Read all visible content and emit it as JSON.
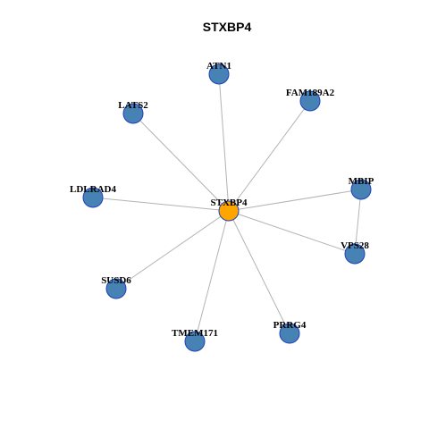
{
  "title": "STXBP4",
  "colors": {
    "center_node": "#FFA500",
    "neighbor_node": "#4682B4",
    "node_border": "#1F3FBF",
    "edge": "#B3B3B3"
  },
  "nodes": [
    {
      "id": "STXBP4",
      "label": "STXBP4",
      "role": "center"
    },
    {
      "id": "ATN1",
      "label": "ATN1",
      "role": "neighbor"
    },
    {
      "id": "FAM189A2",
      "label": "FAM189A2",
      "role": "neighbor"
    },
    {
      "id": "LATS2",
      "label": "LATS2",
      "role": "neighbor"
    },
    {
      "id": "LDLRAD4",
      "label": "LDLRAD4",
      "role": "neighbor"
    },
    {
      "id": "MBIP",
      "label": "MBIP",
      "role": "neighbor"
    },
    {
      "id": "VPS28",
      "label": "VPS28",
      "role": "neighbor"
    },
    {
      "id": "SUSD6",
      "label": "SUSD6",
      "role": "neighbor"
    },
    {
      "id": "PRRG4",
      "label": "PRRG4",
      "role": "neighbor"
    },
    {
      "id": "TMEM171",
      "label": "TMEM171",
      "role": "neighbor"
    }
  ],
  "edges": [
    [
      "STXBP4",
      "ATN1"
    ],
    [
      "STXBP4",
      "FAM189A2"
    ],
    [
      "STXBP4",
      "LATS2"
    ],
    [
      "STXBP4",
      "LDLRAD4"
    ],
    [
      "STXBP4",
      "MBIP"
    ],
    [
      "STXBP4",
      "VPS28"
    ],
    [
      "STXBP4",
      "SUSD6"
    ],
    [
      "STXBP4",
      "PRRG4"
    ],
    [
      "STXBP4",
      "TMEM171"
    ],
    [
      "MBIP",
      "VPS28"
    ]
  ]
}
